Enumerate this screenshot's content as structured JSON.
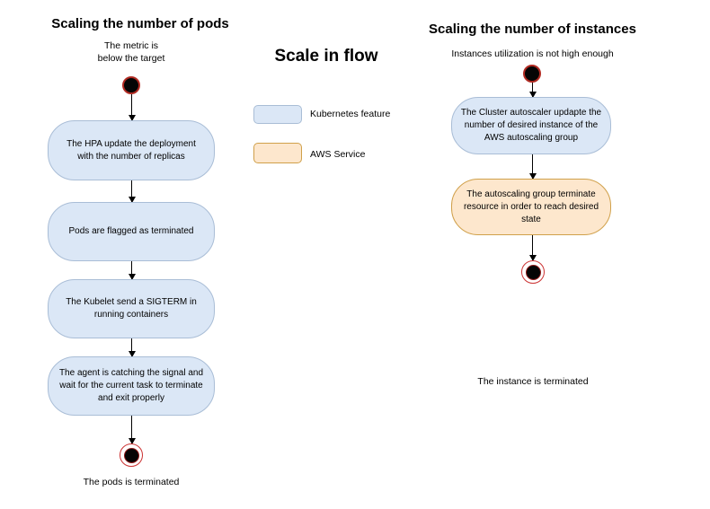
{
  "colors": {
    "kubernetes_fill": "#dbe7f6",
    "kubernetes_border": "#a9bdd6",
    "aws_fill": "#fde7cd",
    "aws_border": "#d0a04a",
    "start_node_fill": "#050505",
    "start_node_ring": "#b02a22",
    "end_node_ring": "#cc3333",
    "arrow": "#000000"
  },
  "left_flow": {
    "title": "Scaling the number of pods",
    "start_label": "The metric is\nbelow the target",
    "steps": [
      {
        "text": "The HPA update the deployment\nwith the number of replicas",
        "type": "kubernetes"
      },
      {
        "text": "Pods are flagged as terminated",
        "type": "kubernetes"
      },
      {
        "text": "The Kubelet send a SIGTERM in\nrunning containers",
        "type": "kubernetes"
      },
      {
        "text": "The agent is catching  the signal and\nwait for the current task to terminate\nand exit properly",
        "type": "kubernetes"
      }
    ],
    "end_label": "The pods is terminated"
  },
  "legend": {
    "title": "Scale in flow",
    "items": [
      {
        "label": "Kubernetes feature",
        "fill": "#dbe7f6",
        "border": "#a9bdd6"
      },
      {
        "label": "AWS Service",
        "fill": "#fde7cd",
        "border": "#d0a04a"
      }
    ]
  },
  "right_flow": {
    "title": "Scaling the number of instances",
    "start_label": "Instances utilization is not high enough",
    "steps": [
      {
        "text": "The Cluster autoscaler updapte the\nnumber of desired instance of the\nAWS autoscaling group",
        "type": "kubernetes"
      },
      {
        "text": "The autoscaling group terminate\nresource in order to reach desired\nstate",
        "type": "aws"
      }
    ],
    "end_label": "The instance is terminated"
  }
}
